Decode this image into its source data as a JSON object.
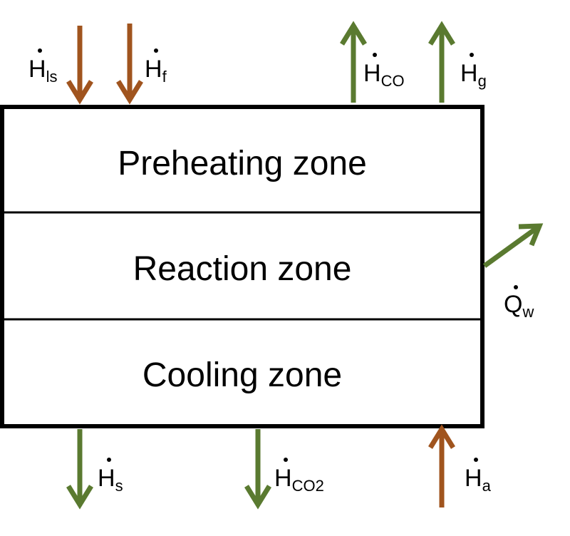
{
  "zones": [
    {
      "label": "Preheating zone"
    },
    {
      "label": "Reaction zone"
    },
    {
      "label": "Cooling zone"
    }
  ],
  "flows": {
    "h_ls": {
      "symbol": "H",
      "sub": "ls"
    },
    "h_f": {
      "symbol": "H",
      "sub": "f"
    },
    "h_co": {
      "symbol": "H",
      "sub": "CO"
    },
    "h_g": {
      "symbol": "H",
      "sub": "g"
    },
    "q_w": {
      "symbol": "Q",
      "sub": "w"
    },
    "h_s": {
      "symbol": "H",
      "sub": "s"
    },
    "h_co2": {
      "symbol": "H",
      "sub": "CO2"
    },
    "h_a": {
      "symbol": "H",
      "sub": "a"
    }
  },
  "colors": {
    "input_arrow": "#a0541e",
    "output_arrow": "#5a7a30",
    "box_stroke": "#000000"
  }
}
